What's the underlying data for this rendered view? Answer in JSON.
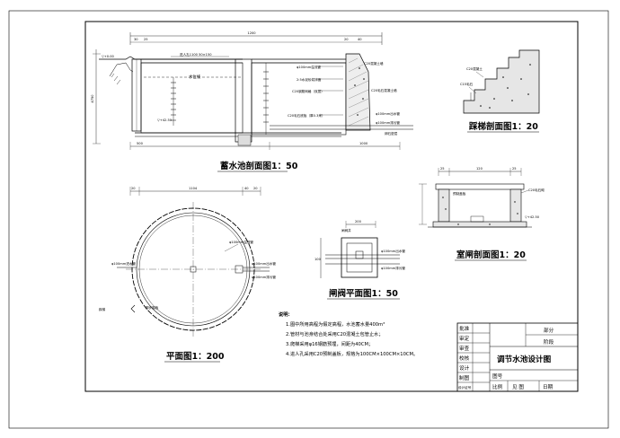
{
  "titles": {
    "reservoir_section": "蓄水池剖面图1：50",
    "plan": "平面图1：200",
    "valve_plan": "闸阀平面图1：50",
    "stair_section": "踩梯剖面图1：20",
    "chamber_section": "室闸剖面图1：20"
  },
  "section_labels": {
    "dim_top": "1200",
    "dim_left_30": "30",
    "dim_left_25": "25",
    "dim_right_20": "20",
    "dim_right_40": "40",
    "manhole": "进人孔1100 50×150",
    "water_level": "水位线",
    "slab": "φ100mm溢流管",
    "concrete": "C20混凝土墙",
    "plaster": "2:5水泥砂浆抹面",
    "rebar": "C20钢筋网格（双层）",
    "wall_fill": "C20毛石混凝土墙",
    "bottom": "C20毛石底板（厚0.3米）",
    "inlet": "φ100mm出水管",
    "outlet": "φ100mm排污管",
    "gravel": "卵石垫层",
    "elev_left": "▽+0.00",
    "elev_bottom": "▽+42.50",
    "height_dim": "4750",
    "dim_bottom_left": "500",
    "dim_bottom_right": "1000"
  },
  "plan_labels": {
    "dim": "1104",
    "d20": "20",
    "d40": "40",
    "overflow": "φ100mm溢流管",
    "inlet": "φ100mm进水管",
    "outlet": "φ100mm出水管",
    "drain": "φ100mm排污管",
    "stair": "踩梯",
    "foot": "脚步踏板"
  },
  "valve_labels": {
    "dim_top": "200",
    "box": "闸阀井",
    "pipe1": "φ100mm出水管",
    "pipe2": "φ100mm排污管",
    "dim_side": "100"
  },
  "stair_labels": {
    "label1": "C20混凝土",
    "label2": "C15毛石"
  },
  "chamber_labels": {
    "dims": [
      "25",
      "120",
      "25"
    ],
    "cover": "预制盖板",
    "wall": "C20毛石砌",
    "elev": "▽+42.50"
  },
  "notes": {
    "head": "说明：",
    "lines": [
      "1.图中所用高程为假定高程，水池蓄水量400m³",
      "2.管材与池身结合处采用C20混凝土包管止水；",
      "3.爬梯采用φ16钢筋预埋，间距为40CM；",
      "4.进人孔采用C20预制盖板，规格为100CM×100CM×10CM。"
    ]
  },
  "title_block": {
    "rows": [
      "批准",
      "审定",
      "审查",
      "校核",
      "设计",
      "制图",
      "设计证号"
    ],
    "dept": "部分",
    "stage": "阶段",
    "drawing_name": "调节水池设计图",
    "no_label": "图号",
    "bottom_cells": [
      "比例",
      "见 图",
      "日期"
    ]
  }
}
